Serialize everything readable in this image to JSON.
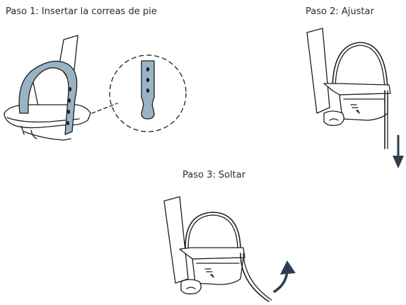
{
  "steps": [
    {
      "label": "Paso 1: Insertar la correas de pie"
    },
    {
      "label": "Paso 2: Ajustar"
    },
    {
      "label": "Paso 3: Soltar"
    }
  ],
  "colors": {
    "strap": "#9ab3c4",
    "outline": "#1e1e1e",
    "arrow": "#2d3e4f"
  }
}
